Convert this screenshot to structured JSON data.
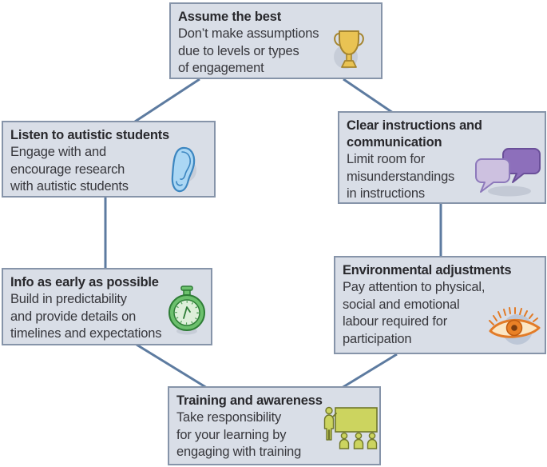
{
  "diagram": {
    "nodes": [
      {
        "id": "assume-the-best",
        "title": "Assume the best",
        "body": "Don’t make assumptions\ndue to levels or types\nof engagement",
        "icon": "trophy-icon"
      },
      {
        "id": "listen-to-autistic-students",
        "title": "Listen to autistic students",
        "body": "Engage with and\nencourage research\nwith autistic students",
        "icon": "ear-icon"
      },
      {
        "id": "clear-instructions-and-communication",
        "title": "Clear instructions and\ncommunication",
        "body": "Limit room for\nmisunderstandings\nin instructions",
        "icon": "speech-bubbles-icon"
      },
      {
        "id": "info-as-early-as-possible",
        "title": "Info as early as possible",
        "body": "Build in predictability\nand provide details on\ntimelines and expectations",
        "icon": "stopwatch-icon"
      },
      {
        "id": "environmental-adjustments",
        "title": "Environmental adjustments",
        "body": "Pay attention to physical,\nsocial and emotional\nlabour required for\nparticipation",
        "icon": "eye-icon"
      },
      {
        "id": "training-and-awareness",
        "title": "Training and awareness",
        "body": "Take responsibility\nfor your learning by\nengaging with training",
        "icon": "presentation-icon"
      }
    ],
    "colors": {
      "node_fill": "#d9dee7",
      "node_border": "#8694a9",
      "connector": "#5d7ba0",
      "title_text": "#28282c",
      "body_text": "#37373c",
      "trophy_gold": "#e9c353",
      "ear_blue": "#abd7f4",
      "bubble_front_purple": "#cdc1e0",
      "bubble_back_purple": "#8d6fbb",
      "stopwatch_green": "#6cc06d",
      "eye_orange": "#e27b27",
      "presentation_olive": "#ccd45f"
    }
  }
}
